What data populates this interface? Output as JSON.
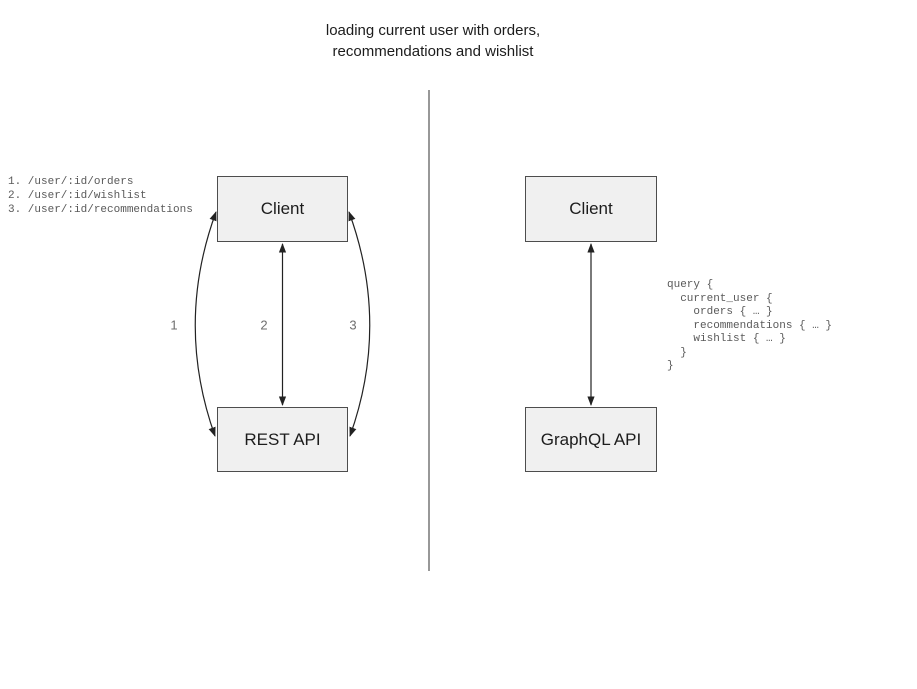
{
  "title": "loading current user with orders,\nrecommendations and wishlist",
  "left_panel": {
    "endpoints": "1. /user/:id/orders\n2. /user/:id/wishlist\n3. /user/:id/recommendations",
    "client_label": "Client",
    "api_label": "REST API",
    "arrow_labels": [
      "1",
      "2",
      "3"
    ]
  },
  "right_panel": {
    "client_label": "Client",
    "api_label": "GraphQL API",
    "query": "query {\n  current_user {\n    orders { … }\n    recommendations { … }\n    wishlist { … }\n  }\n}"
  },
  "colors": {
    "box_fill": "#f0f0f0",
    "box_border": "#4d4d4d",
    "arrow": "#222222",
    "divider": "#777777",
    "code_text": "#595959",
    "arrow_number": "#6e6e6e",
    "title_text": "#1c1c1c"
  }
}
